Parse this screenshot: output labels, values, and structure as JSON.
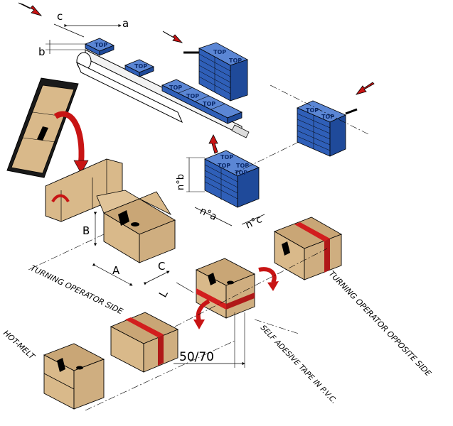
{
  "labels": {
    "top": "TOP",
    "dim_a": "a",
    "dim_b": "b",
    "dim_c": "c",
    "dim_nb": "n°b",
    "dim_na": "n°a",
    "dim_nc": "n°c",
    "dim_A": "A",
    "dim_B": "B",
    "dim_C": "C",
    "dim_L": "L",
    "dim_5070": "50/70",
    "turning_operator_side": "TURNING OPERATOR SIDE",
    "turning_operator_opposite_side": "TURNING OPERATOR OPPOSITE SIDE",
    "self_adhesive_tape": "SELF ADESIVE TAPE IN P.V.C.",
    "hot_melt": "HOT-MELT"
  },
  "colors": {
    "product_blue": "#2f5fb8",
    "box_kraft": "#d9b98a",
    "tape_red": "#d21e1e",
    "arrow_red": "#c81414",
    "line": "#000000"
  }
}
